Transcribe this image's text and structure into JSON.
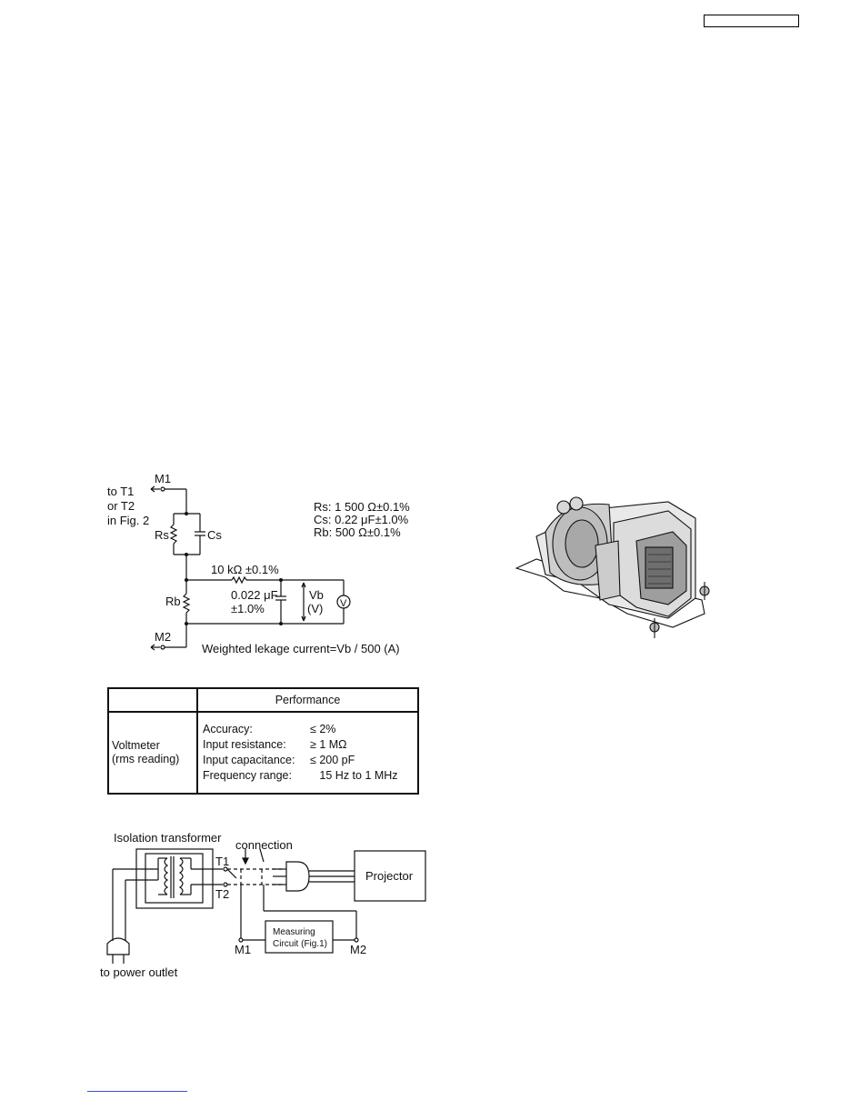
{
  "header": {
    "model_tag": ""
  },
  "fig1": {
    "m1_label": "M1",
    "m2_label": "M2",
    "to_line1": "to T1",
    "to_line2": "or T2",
    "to_line3": "in Fig. 2",
    "rs_label": "Rs",
    "cs_label": "Cs",
    "rb_label": "Rb",
    "resistor_label": "10 kΩ ±0.1%",
    "cap_value": "0.022 μF",
    "cap_tol": "±1.0%",
    "vb_label": "Vb",
    "vb_unit": "(V)",
    "meter_symbol": "V",
    "spec_rs": "Rs: 1 500 Ω±0.1%",
    "spec_cs": "Cs: 0.22 μF±1.0%",
    "spec_rb": "Rb: 500 Ω±0.1%",
    "formula": "Weighted lekage current=Vb / 500 (A)"
  },
  "table": {
    "header_empty": "",
    "header_performance": "Performance",
    "meter_line1": "Voltmeter",
    "meter_line2": "(rms reading)",
    "rows": [
      {
        "label": "Accuracy:",
        "value": "≤ 2%"
      },
      {
        "label": "Input resistance:",
        "value": "≥ 1 MΩ"
      },
      {
        "label": "Input capacitance:",
        "value": "≤ 200 pF"
      },
      {
        "label": "Frequency range:",
        "value": "   15 Hz to 1 MHz"
      }
    ]
  },
  "fig3": {
    "isolation_label": "Isolation transformer",
    "connection_label": "connection",
    "t1_label": "T1",
    "t2_label": "T2",
    "projector_label": "Projector",
    "measuring_line1": "Measuring",
    "measuring_line2": "Circuit (Fig.1)",
    "m1_label": "M1",
    "m2_label": "M2",
    "outlet_label": "to power outlet"
  }
}
